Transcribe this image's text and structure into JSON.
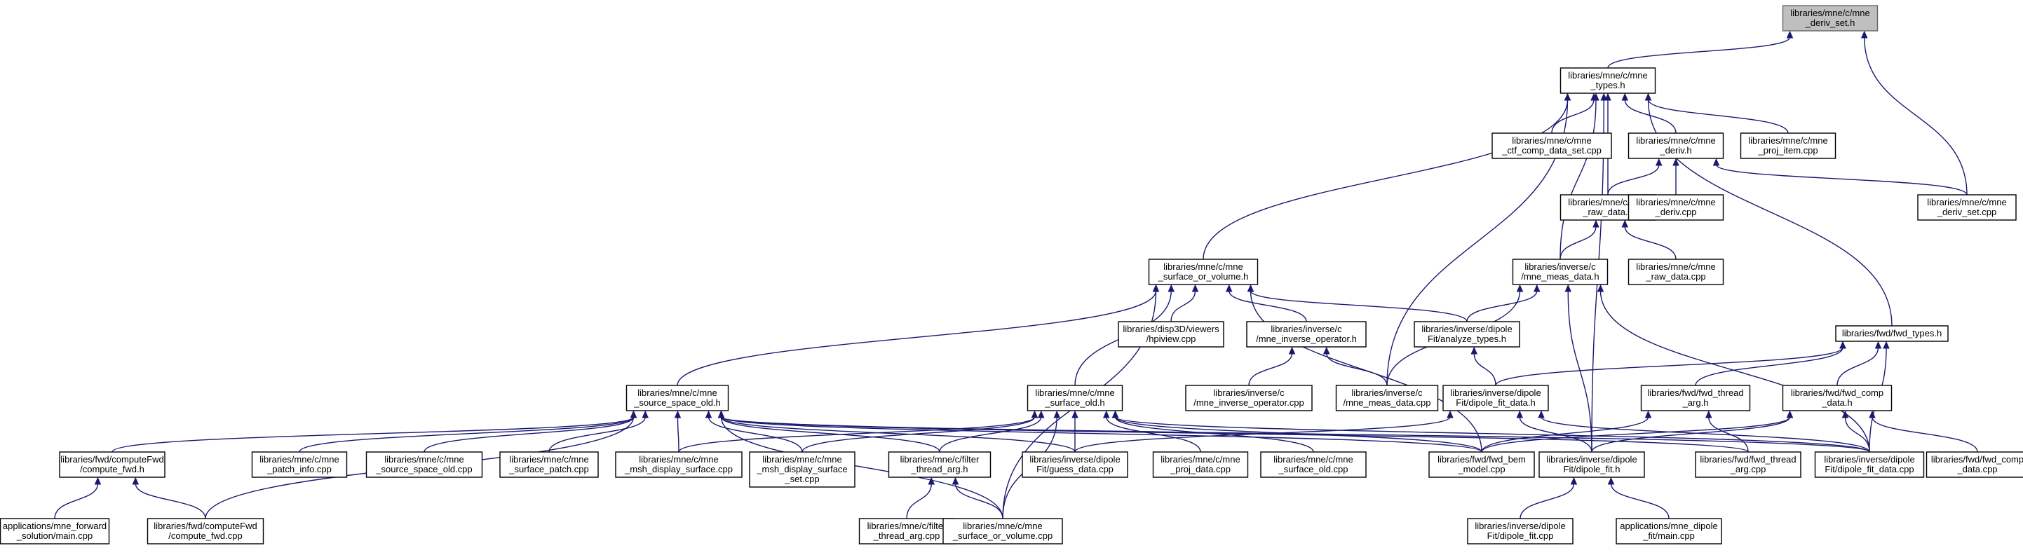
{
  "diagram": {
    "root": "deriv_set_h",
    "colors": {
      "edge": "#191970",
      "root_fill": "#bfbfbf",
      "node_fill": "#ffffff",
      "border": "#000000"
    },
    "nodes": [
      {
        "id": "deriv_set_h",
        "lines": [
          "libraries/mne/c/mne",
          "_deriv_set.h"
        ]
      },
      {
        "id": "types_h",
        "lines": [
          "libraries/mne/c/mne",
          "_types.h"
        ]
      },
      {
        "id": "ctf_comp_data_set_cpp",
        "lines": [
          "libraries/mne/c/mne",
          "_ctf_comp_data_set.cpp"
        ]
      },
      {
        "id": "deriv_h",
        "lines": [
          "libraries/mne/c/mne",
          "_deriv.h"
        ]
      },
      {
        "id": "proj_item_cpp",
        "lines": [
          "libraries/mne/c/mne",
          "_proj_item.cpp"
        ]
      },
      {
        "id": "deriv_set_cpp",
        "lines": [
          "libraries/mne/c/mne",
          "_deriv_set.cpp"
        ]
      },
      {
        "id": "raw_data_h",
        "lines": [
          "libraries/mne/c/mne",
          "_raw_data.h"
        ]
      },
      {
        "id": "deriv_cpp",
        "lines": [
          "libraries/mne/c/mne",
          "_deriv.cpp"
        ]
      },
      {
        "id": "surface_or_volume_h",
        "lines": [
          "libraries/mne/c/mne",
          "_surface_or_volume.h"
        ]
      },
      {
        "id": "mne_meas_data_h",
        "lines": [
          "libraries/inverse/c",
          "/mne_meas_data.h"
        ]
      },
      {
        "id": "raw_data_cpp",
        "lines": [
          "libraries/mne/c/mne",
          "_raw_data.cpp"
        ]
      },
      {
        "id": "hpiview_cpp",
        "lines": [
          "libraries/disp3D/viewers",
          "/hpiview.cpp"
        ]
      },
      {
        "id": "inverse_operator_h",
        "lines": [
          "libraries/inverse/c",
          "/mne_inverse_operator.h"
        ]
      },
      {
        "id": "analyze_types_h",
        "lines": [
          "libraries/inverse/dipole",
          "Fit/analyze_types.h"
        ]
      },
      {
        "id": "fwd_types_h",
        "lines": [
          "libraries/fwd/fwd_types.h"
        ]
      },
      {
        "id": "source_space_old_h",
        "lines": [
          "libraries/mne/c/mne",
          "_source_space_old.h"
        ]
      },
      {
        "id": "surface_old_h",
        "lines": [
          "libraries/mne/c/mne",
          "_surface_old.h"
        ]
      },
      {
        "id": "inverse_operator_cpp",
        "lines": [
          "libraries/inverse/c",
          "/mne_inverse_operator.cpp"
        ]
      },
      {
        "id": "mne_meas_data_cpp",
        "lines": [
          "libraries/inverse/c",
          "/mne_meas_data.cpp"
        ]
      },
      {
        "id": "dipole_fit_data_h",
        "lines": [
          "libraries/inverse/dipole",
          "Fit/dipole_fit_data.h"
        ]
      },
      {
        "id": "fwd_thread_arg_h",
        "lines": [
          "libraries/fwd/fwd_thread",
          "_arg.h"
        ]
      },
      {
        "id": "fwd_comp_data_h",
        "lines": [
          "libraries/fwd/fwd_comp",
          "_data.h"
        ]
      },
      {
        "id": "compute_fwd_h",
        "lines": [
          "libraries/fwd/computeFwd",
          "/compute_fwd.h"
        ]
      },
      {
        "id": "patch_info_cpp",
        "lines": [
          "libraries/mne/c/mne",
          "_patch_info.cpp"
        ]
      },
      {
        "id": "source_space_old_cpp",
        "lines": [
          "libraries/mne/c/mne",
          "_source_space_old.cpp"
        ]
      },
      {
        "id": "surface_patch_cpp",
        "lines": [
          "libraries/mne/c/mne",
          "_surface_patch.cpp"
        ]
      },
      {
        "id": "msh_display_surface_cpp",
        "lines": [
          "libraries/mne/c/mne",
          "_msh_display_surface.cpp"
        ]
      },
      {
        "id": "msh_display_surface_set_cpp",
        "lines": [
          "libraries/mne/c/mne",
          "_msh_display_surface",
          "_set.cpp"
        ]
      },
      {
        "id": "filter_thread_arg_h",
        "lines": [
          "libraries/mne/c/filter",
          "_thread_arg.h"
        ]
      },
      {
        "id": "guess_data_cpp",
        "lines": [
          "libraries/inverse/dipole",
          "Fit/guess_data.cpp"
        ]
      },
      {
        "id": "proj_data_cpp",
        "lines": [
          "libraries/mne/c/mne",
          "_proj_data.cpp"
        ]
      },
      {
        "id": "surface_old_cpp",
        "lines": [
          "libraries/mne/c/mne",
          "_surface_old.cpp"
        ]
      },
      {
        "id": "fwd_bem_model_cpp",
        "lines": [
          "libraries/fwd/fwd_bem",
          "_model.cpp"
        ]
      },
      {
        "id": "dipole_fit_h",
        "lines": [
          "libraries/inverse/dipole",
          "Fit/dipole_fit.h"
        ]
      },
      {
        "id": "fwd_thread_arg_cpp",
        "lines": [
          "libraries/fwd/fwd_thread",
          "_arg.cpp"
        ]
      },
      {
        "id": "dipole_fit_data_cpp",
        "lines": [
          "libraries/inverse/dipole",
          "Fit/dipole_fit_data.cpp"
        ]
      },
      {
        "id": "fwd_comp_data_cpp",
        "lines": [
          "libraries/fwd/fwd_comp",
          "_data.cpp"
        ]
      },
      {
        "id": "forward_main_cpp",
        "lines": [
          "applications/mne_forward",
          "_solution/main.cpp"
        ]
      },
      {
        "id": "compute_fwd_cpp",
        "lines": [
          "libraries/fwd/computeFwd",
          "/compute_fwd.cpp"
        ]
      },
      {
        "id": "filter_thread_arg_cpp",
        "lines": [
          "libraries/mne/c/filter",
          "_thread_arg.cpp"
        ]
      },
      {
        "id": "surface_or_volume_cpp",
        "lines": [
          "libraries/mne/c/mne",
          "_surface_or_volume.cpp"
        ]
      },
      {
        "id": "dipole_fit_cpp",
        "lines": [
          "libraries/inverse/dipole",
          "Fit/dipole_fit.cpp"
        ]
      },
      {
        "id": "dipole_main_cpp",
        "lines": [
          "applications/mne_dipole",
          "_fit/main.cpp"
        ]
      }
    ],
    "edges": [
      {
        "from": "types_h",
        "to": "deriv_set_h"
      },
      {
        "from": "deriv_set_cpp",
        "to": "deriv_set_h"
      },
      {
        "from": "ctf_comp_data_set_cpp",
        "to": "types_h"
      },
      {
        "from": "deriv_h",
        "to": "types_h"
      },
      {
        "from": "proj_item_cpp",
        "to": "types_h"
      },
      {
        "from": "raw_data_h",
        "to": "types_h"
      },
      {
        "from": "surface_or_volume_h",
        "to": "types_h"
      },
      {
        "from": "mne_meas_data_h",
        "to": "types_h"
      },
      {
        "from": "mne_meas_data_cpp",
        "to": "types_h"
      },
      {
        "from": "fwd_types_h",
        "to": "types_h"
      },
      {
        "from": "dipole_fit_h",
        "to": "types_h"
      },
      {
        "from": "raw_data_h",
        "to": "deriv_h"
      },
      {
        "from": "deriv_cpp",
        "to": "deriv_h"
      },
      {
        "from": "deriv_set_cpp",
        "to": "deriv_h"
      },
      {
        "from": "mne_meas_data_h",
        "to": "raw_data_h"
      },
      {
        "from": "raw_data_cpp",
        "to": "raw_data_h"
      },
      {
        "from": "hpiview_cpp",
        "to": "surface_or_volume_h"
      },
      {
        "from": "inverse_operator_h",
        "to": "surface_or_volume_h"
      },
      {
        "from": "analyze_types_h",
        "to": "surface_or_volume_h"
      },
      {
        "from": "source_space_old_h",
        "to": "surface_or_volume_h"
      },
      {
        "from": "surface_old_h",
        "to": "surface_or_volume_h"
      },
      {
        "from": "surface_or_volume_cpp",
        "to": "surface_or_volume_h"
      },
      {
        "from": "fwd_bem_model_cpp",
        "to": "surface_or_volume_h"
      },
      {
        "from": "analyze_types_h",
        "to": "mne_meas_data_h"
      },
      {
        "from": "mne_meas_data_cpp",
        "to": "mne_meas_data_h"
      },
      {
        "from": "dipole_fit_h",
        "to": "mne_meas_data_h"
      },
      {
        "from": "dipole_fit_data_cpp",
        "to": "mne_meas_data_h"
      },
      {
        "from": "inverse_operator_cpp",
        "to": "inverse_operator_h"
      },
      {
        "from": "mne_meas_data_cpp",
        "to": "inverse_operator_h"
      },
      {
        "from": "dipole_fit_data_h",
        "to": "analyze_types_h"
      },
      {
        "from": "dipole_fit_data_h",
        "to": "fwd_types_h"
      },
      {
        "from": "fwd_thread_arg_h",
        "to": "fwd_types_h"
      },
      {
        "from": "fwd_comp_data_h",
        "to": "fwd_types_h"
      },
      {
        "from": "dipole_fit_data_cpp",
        "to": "fwd_types_h"
      },
      {
        "from": "compute_fwd_h",
        "to": "source_space_old_h"
      },
      {
        "from": "patch_info_cpp",
        "to": "source_space_old_h"
      },
      {
        "from": "source_space_old_cpp",
        "to": "source_space_old_h"
      },
      {
        "from": "surface_patch_cpp",
        "to": "source_space_old_h"
      },
      {
        "from": "msh_display_surface_cpp",
        "to": "source_space_old_h"
      },
      {
        "from": "msh_display_surface_set_cpp",
        "to": "source_space_old_h"
      },
      {
        "from": "filter_thread_arg_h",
        "to": "source_space_old_h"
      },
      {
        "from": "guess_data_cpp",
        "to": "source_space_old_h"
      },
      {
        "from": "fwd_bem_model_cpp",
        "to": "source_space_old_h"
      },
      {
        "from": "fwd_thread_arg_cpp",
        "to": "source_space_old_h"
      },
      {
        "from": "dipole_fit_data_cpp",
        "to": "source_space_old_h"
      },
      {
        "from": "compute_fwd_cpp",
        "to": "source_space_old_h"
      },
      {
        "from": "surface_or_volume_cpp",
        "to": "source_space_old_h"
      },
      {
        "from": "msh_display_surface_cpp",
        "to": "surface_old_h"
      },
      {
        "from": "msh_display_surface_set_cpp",
        "to": "surface_old_h"
      },
      {
        "from": "filter_thread_arg_h",
        "to": "surface_old_h"
      },
      {
        "from": "guess_data_cpp",
        "to": "surface_old_h"
      },
      {
        "from": "proj_data_cpp",
        "to": "surface_old_h"
      },
      {
        "from": "surface_old_cpp",
        "to": "surface_old_h"
      },
      {
        "from": "fwd_bem_model_cpp",
        "to": "surface_old_h"
      },
      {
        "from": "dipole_fit_data_cpp",
        "to": "surface_old_h"
      },
      {
        "from": "surface_or_volume_cpp",
        "to": "surface_old_h"
      },
      {
        "from": "guess_data_cpp",
        "to": "dipole_fit_data_h"
      },
      {
        "from": "dipole_fit_h",
        "to": "dipole_fit_data_h"
      },
      {
        "from": "dipole_fit_data_cpp",
        "to": "dipole_fit_data_h"
      },
      {
        "from": "fwd_bem_model_cpp",
        "to": "fwd_thread_arg_h"
      },
      {
        "from": "fwd_thread_arg_cpp",
        "to": "fwd_thread_arg_h"
      },
      {
        "from": "fwd_bem_model_cpp",
        "to": "fwd_comp_data_h"
      },
      {
        "from": "dipole_fit_h",
        "to": "fwd_comp_data_h"
      },
      {
        "from": "dipole_fit_data_cpp",
        "to": "fwd_comp_data_h"
      },
      {
        "from": "fwd_comp_data_cpp",
        "to": "fwd_comp_data_h"
      },
      {
        "from": "forward_main_cpp",
        "to": "compute_fwd_h"
      },
      {
        "from": "compute_fwd_cpp",
        "to": "compute_fwd_h"
      },
      {
        "from": "filter_thread_arg_cpp",
        "to": "filter_thread_arg_h"
      },
      {
        "from": "surface_or_volume_cpp",
        "to": "filter_thread_arg_h"
      },
      {
        "from": "dipole_fit_cpp",
        "to": "dipole_fit_h"
      },
      {
        "from": "dipole_main_cpp",
        "to": "dipole_fit_h"
      }
    ]
  }
}
